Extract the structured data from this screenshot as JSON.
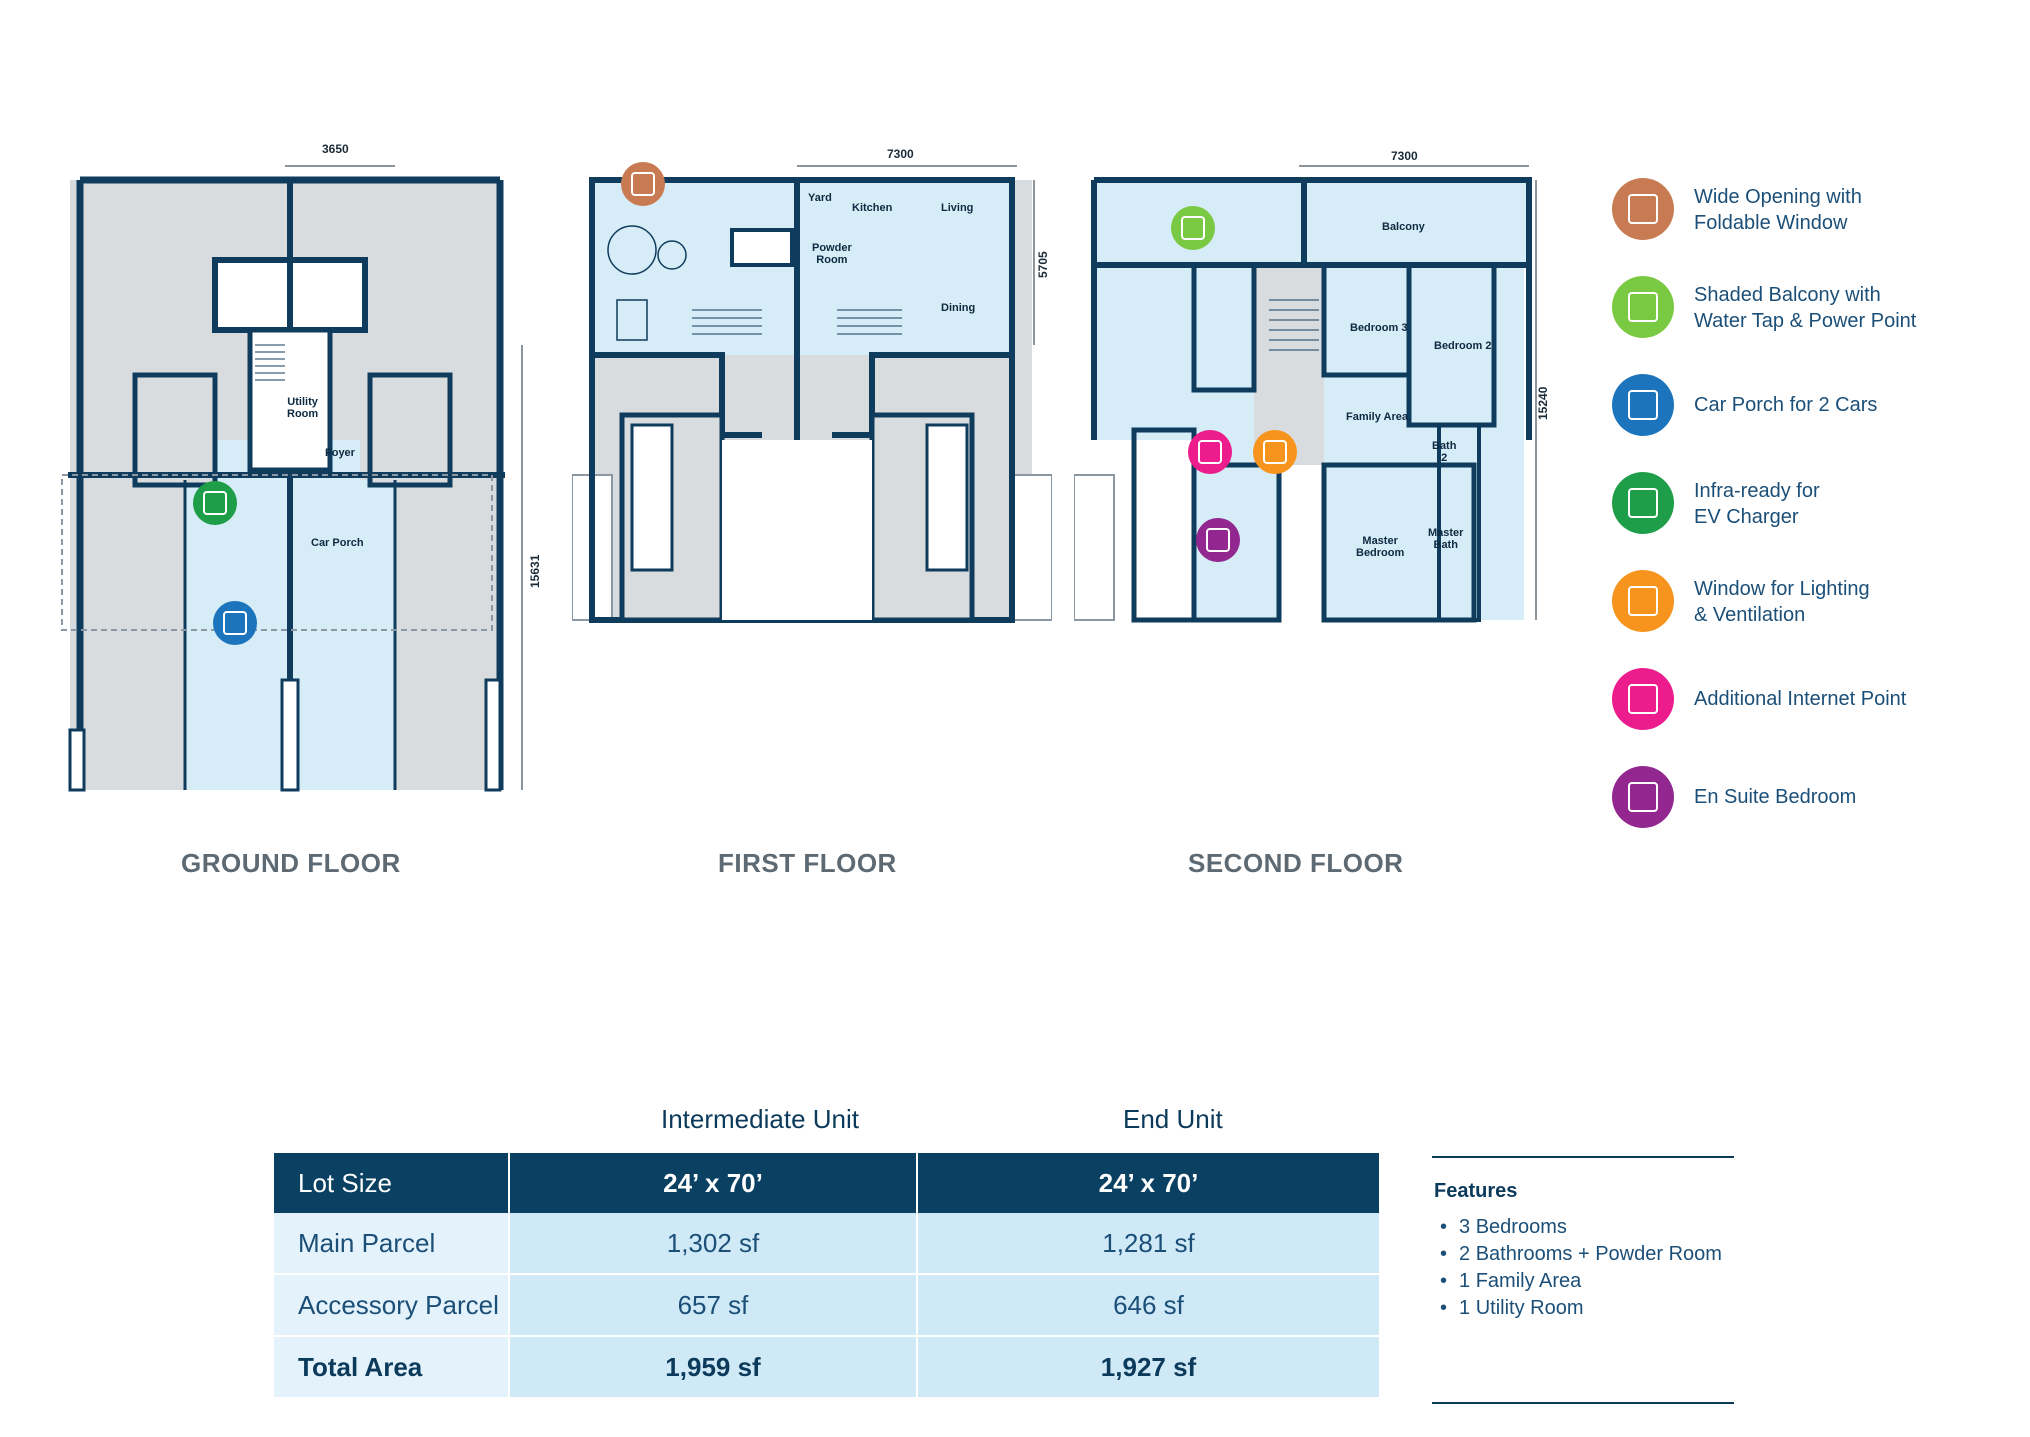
{
  "floors": {
    "ground": {
      "title": "GROUND FLOOR",
      "dim_top": "3650",
      "dim_right": "15631",
      "labels": {
        "utility": "Utility\nRoom",
        "foyer": "Foyer",
        "car_porch": "Car Porch"
      }
    },
    "first": {
      "title": "FIRST FLOOR",
      "dim_top": "7300",
      "dim_right": "5705",
      "labels": {
        "yard": "Yard",
        "kitchen": "Kitchen",
        "living": "Living",
        "powder": "Powder\nRoom",
        "dining": "Dining"
      }
    },
    "second": {
      "title": "SECOND FLOOR",
      "dim_top": "7300",
      "dim_right": "15240",
      "labels": {
        "balcony": "Balcony",
        "bedroom3": "Bedroom 3",
        "bedroom2": "Bedroom 2",
        "family": "Family Area",
        "bath2": "Bath\n2",
        "master_bedroom": "Master\nBedroom",
        "master_bath": "Master\nBath"
      }
    }
  },
  "legend": [
    {
      "icon": "foldable-window-icon",
      "color": "#c87b53",
      "text": "Wide Opening with\nFoldable Window"
    },
    {
      "icon": "shaded-balcony-icon",
      "color": "#7ac943",
      "text": "Shaded Balcony with\nWater Tap & Power Point"
    },
    {
      "icon": "car-porch-icon",
      "color": "#1c75bc",
      "text": "Car Porch for 2 Cars"
    },
    {
      "icon": "ev-charger-icon",
      "color": "#1e9e48",
      "text": "Infra-ready for\nEV Charger"
    },
    {
      "icon": "window-ventilation-icon",
      "color": "#f7941d",
      "text": "Window for Lighting\n& Ventilation"
    },
    {
      "icon": "internet-point-icon",
      "color": "#ec1c8c",
      "text": "Additional Internet Point"
    },
    {
      "icon": "en-suite-bedroom-icon",
      "color": "#92278f",
      "text": "En Suite Bedroom"
    }
  ],
  "table": {
    "columns": [
      "Intermediate Unit",
      "End Unit"
    ],
    "rows": [
      {
        "label": "Lot Size",
        "intermediate": "24’ x 70’",
        "end": "24’ x 70’"
      },
      {
        "label": "Main Parcel",
        "intermediate": "1,302 sf",
        "end": "1,281 sf"
      },
      {
        "label": "Accessory Parcel",
        "intermediate": "657 sf",
        "end": "646 sf"
      },
      {
        "label": "Total Area",
        "intermediate": "1,959 sf",
        "end": "1,927 sf"
      }
    ]
  },
  "features": {
    "title": "Features",
    "items": [
      "3 Bedrooms",
      "2 Bathrooms + Powder Room",
      "1 Family Area",
      "1 Utility Room"
    ]
  },
  "colors": {
    "wall": "#0f3b5c",
    "room_blue": "#d6ecf7",
    "room_grey": "#d9dcdf",
    "header": "#0a4162",
    "row_light": "#e4f3fb",
    "row_mid": "#cfe9f7"
  }
}
